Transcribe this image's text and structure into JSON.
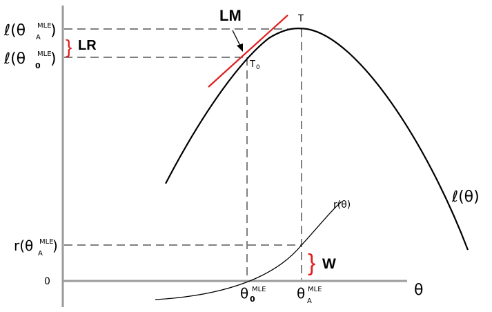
{
  "labels": {
    "ell_base": "ℓ(θ",
    "theta": "θ",
    "ell_theta": "ℓ(θ)",
    "r_theta": "r(θ)",
    "r_base": "r(θ",
    "sup_mle": "MLE",
    "sub_A": "A",
    "sub_0": "0",
    "close_paren": ")",
    "zero": "0",
    "T": "T",
    "T0": "T",
    "T0_sub": "0",
    "LR": "LR",
    "LM": "LM",
    "W": "W",
    "brace": "}"
  },
  "colors": {
    "accent": "#e01e1e",
    "axis": "#9a9a9a"
  }
}
